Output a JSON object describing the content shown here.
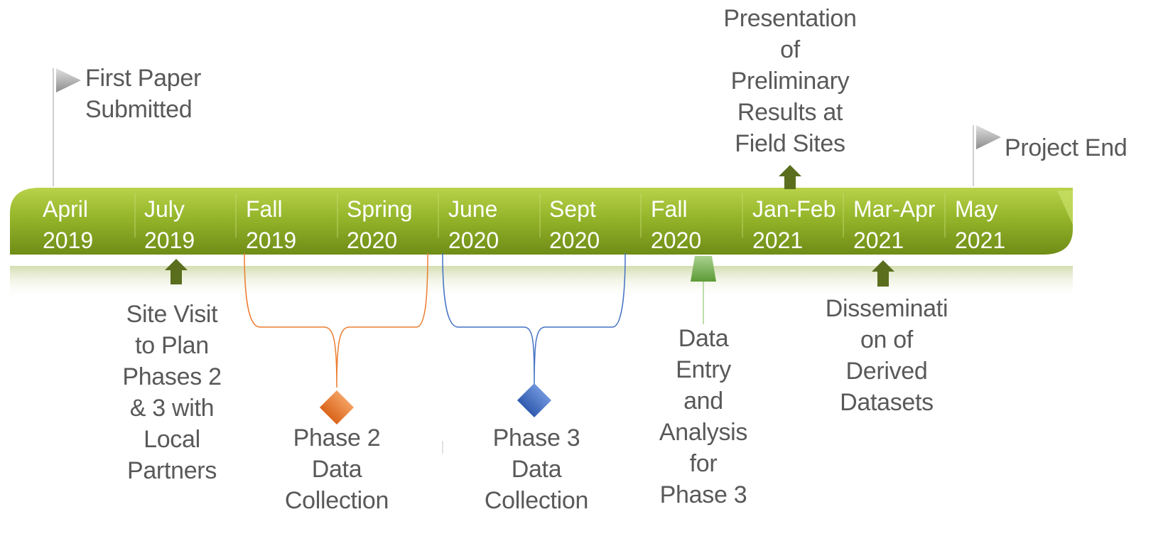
{
  "timeline": {
    "periods": [
      {
        "label": "April\n2019"
      },
      {
        "label": "July\n2019"
      },
      {
        "label": "Fall\n2019"
      },
      {
        "label": "Spring\n2020"
      },
      {
        "label": "June\n2020"
      },
      {
        "label": "Sept\n2020"
      },
      {
        "label": "Fall\n2020"
      },
      {
        "label": "Jan-Feb\n2021"
      },
      {
        "label": "Mar-Apr\n2021"
      },
      {
        "label": "May\n2021"
      }
    ],
    "bar_color": "#94b52a"
  },
  "milestones": {
    "first_paper": "First Paper\nSubmitted",
    "project_end": "Project End",
    "presentation": "Presentation\nof\nPreliminary\nResults at\nField Sites",
    "site_visit": "Site Visit\nto Plan\nPhases 2\n& 3 with\nLocal\nPartners",
    "phase2": "Phase 2\nData\nCollection",
    "phase3": "Phase 3\nData\nCollection",
    "data_entry": "Data\nEntry\nand\nAnalysis\nfor\nPhase 3",
    "dissemination": "Disseminati\non of\nDerived\nDatasets"
  },
  "colors": {
    "phase2": "#ed7d31",
    "phase3": "#4472c4",
    "data_entry": "#70ad47",
    "arrow": "#5a6e1e",
    "flag": "#a6a6a6"
  }
}
